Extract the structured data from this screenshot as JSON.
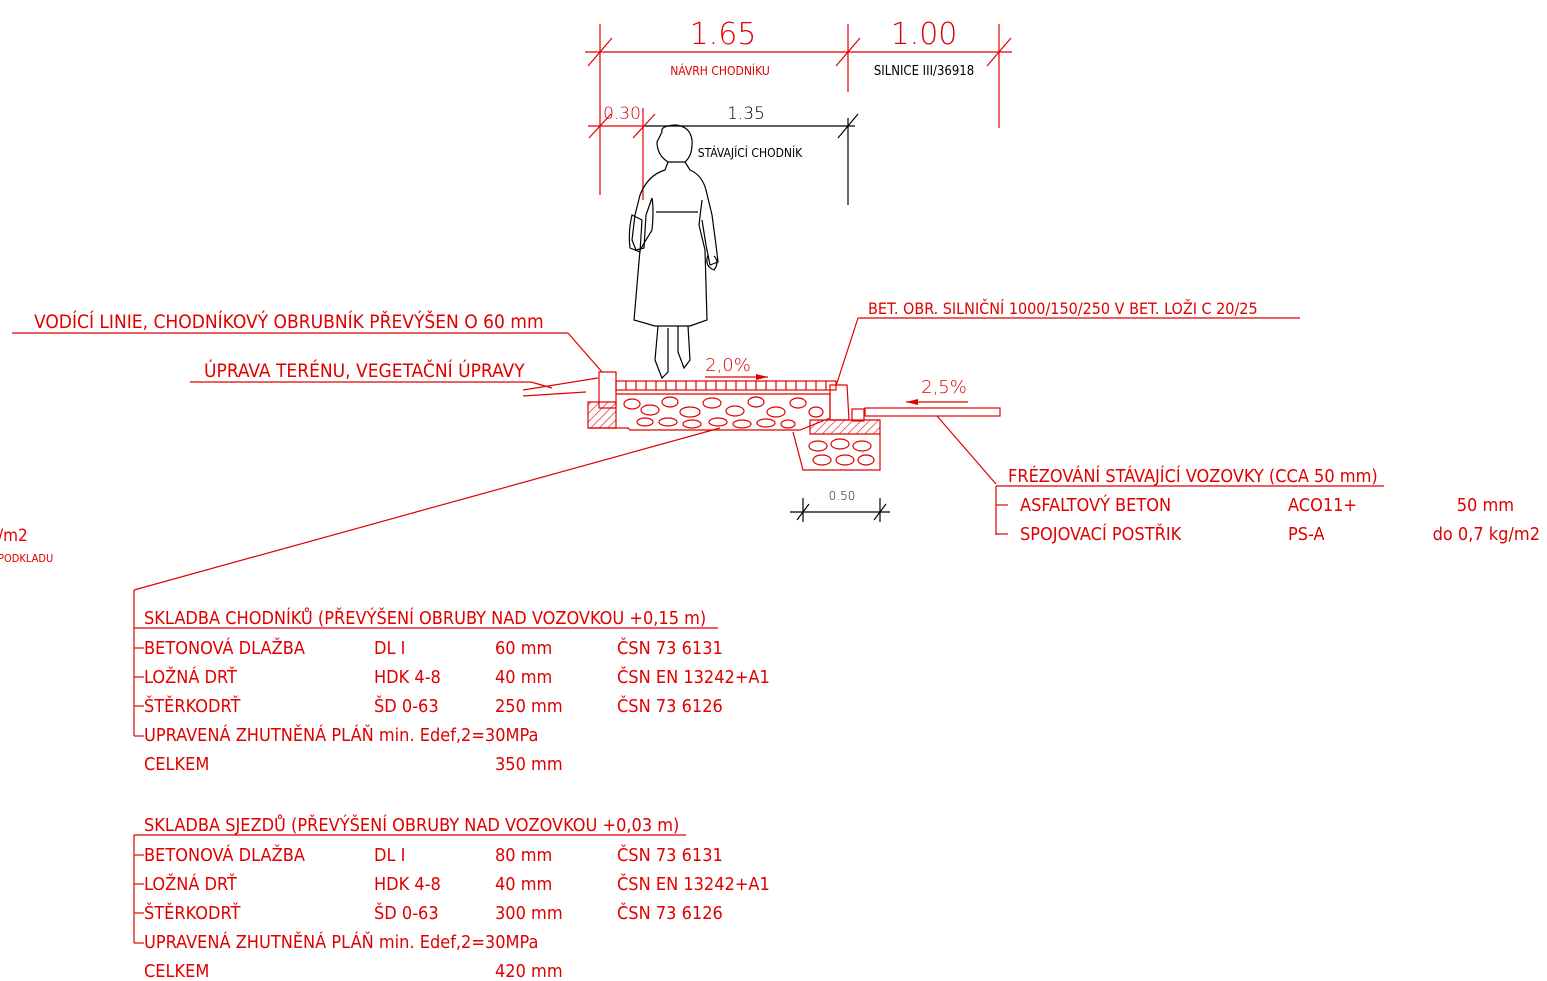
{
  "dimensions": {
    "navrh_width": "1.65",
    "navrh_label": "NÁVRH CHODNÍKU",
    "silnice_width": "1.00",
    "silnice_label": "SILNICE III/36918",
    "offset_width": "0.30",
    "stavajici_width": "1.35",
    "stavajici_label": "STÁVAJÍCÍ CHODNÍK",
    "curb_width": "0.50"
  },
  "slopes": {
    "sidewalk": "2,0%",
    "road": "2,5%"
  },
  "callouts": {
    "guide_line": "VODÍCÍ LINIE, CHODNÍKOVÝ OBRUBNÍK PŘEVÝŠEN O 60 mm",
    "terrain": "ÚPRAVA TERÉNU, VEGETAČNÍ ÚPRAVY",
    "curb": "BET. OBR. SILNIČNÍ 1000/150/250 V BET. LOŽI C 20/25"
  },
  "left_cut": {
    "line1": "/m2",
    "line2": "PODKLADU"
  },
  "milling": {
    "title": "FRÉZOVÁNÍ STÁVAJÍCÍ VOZOVKY (CCA 50 mm)",
    "rows": [
      {
        "name": "ASFALTOVÝ BETON",
        "code": "ACO11+",
        "value": "50 mm"
      },
      {
        "name": "SPOJOVACÍ POSTŘIK",
        "code": "PS-A",
        "value": "do 0,7 kg/m2"
      }
    ]
  },
  "sidewalk_comp": {
    "title": "SKLADBA CHODNÍKŮ (PŘEVÝŠENÍ OBRUBY NAD VOZOVKOU +0,15 m)",
    "rows": [
      {
        "name": "BETONOVÁ DLAŽBA",
        "code": "DL I",
        "thick": "60 mm",
        "norm": "ČSN 73 6131"
      },
      {
        "name": "LOŽNÁ DRŤ",
        "code": "HDK 4-8",
        "thick": "40 mm",
        "norm": "ČSN EN 13242+A1"
      },
      {
        "name": "ŠTĚRKODRŤ",
        "code": "ŠD 0-63",
        "thick": "250 mm",
        "norm": "ČSN 73 6126"
      }
    ],
    "subgrade": "UPRAVENÁ ZHUTNĚNÁ PLÁŇ min. Edef,2=30MPa",
    "total_label": "CELKEM",
    "total_value": "350 mm"
  },
  "driveway_comp": {
    "title": "SKLADBA SJEZDŮ (PŘEVÝŠENÍ OBRUBY NAD VOZOVKOU +0,03 m)",
    "rows": [
      {
        "name": "BETONOVÁ DLAŽBA",
        "code": "DL I",
        "thick": "80 mm",
        "norm": "ČSN 73 6131"
      },
      {
        "name": "LOŽNÁ DRŤ",
        "code": "HDK 4-8",
        "thick": "40 mm",
        "norm": "ČSN EN 13242+A1"
      },
      {
        "name": "ŠTĚRKODRŤ",
        "code": "ŠD 0-63",
        "thick": "300 mm",
        "norm": "ČSN 73 6126"
      }
    ],
    "subgrade": "UPRAVENÁ ZHUTNĚNÁ PLÁŇ min. Edef,2=30MPa",
    "total_label": "CELKEM",
    "total_value": "420 mm"
  },
  "colors": {
    "annotation": "#e00000",
    "linework": "#000000"
  }
}
